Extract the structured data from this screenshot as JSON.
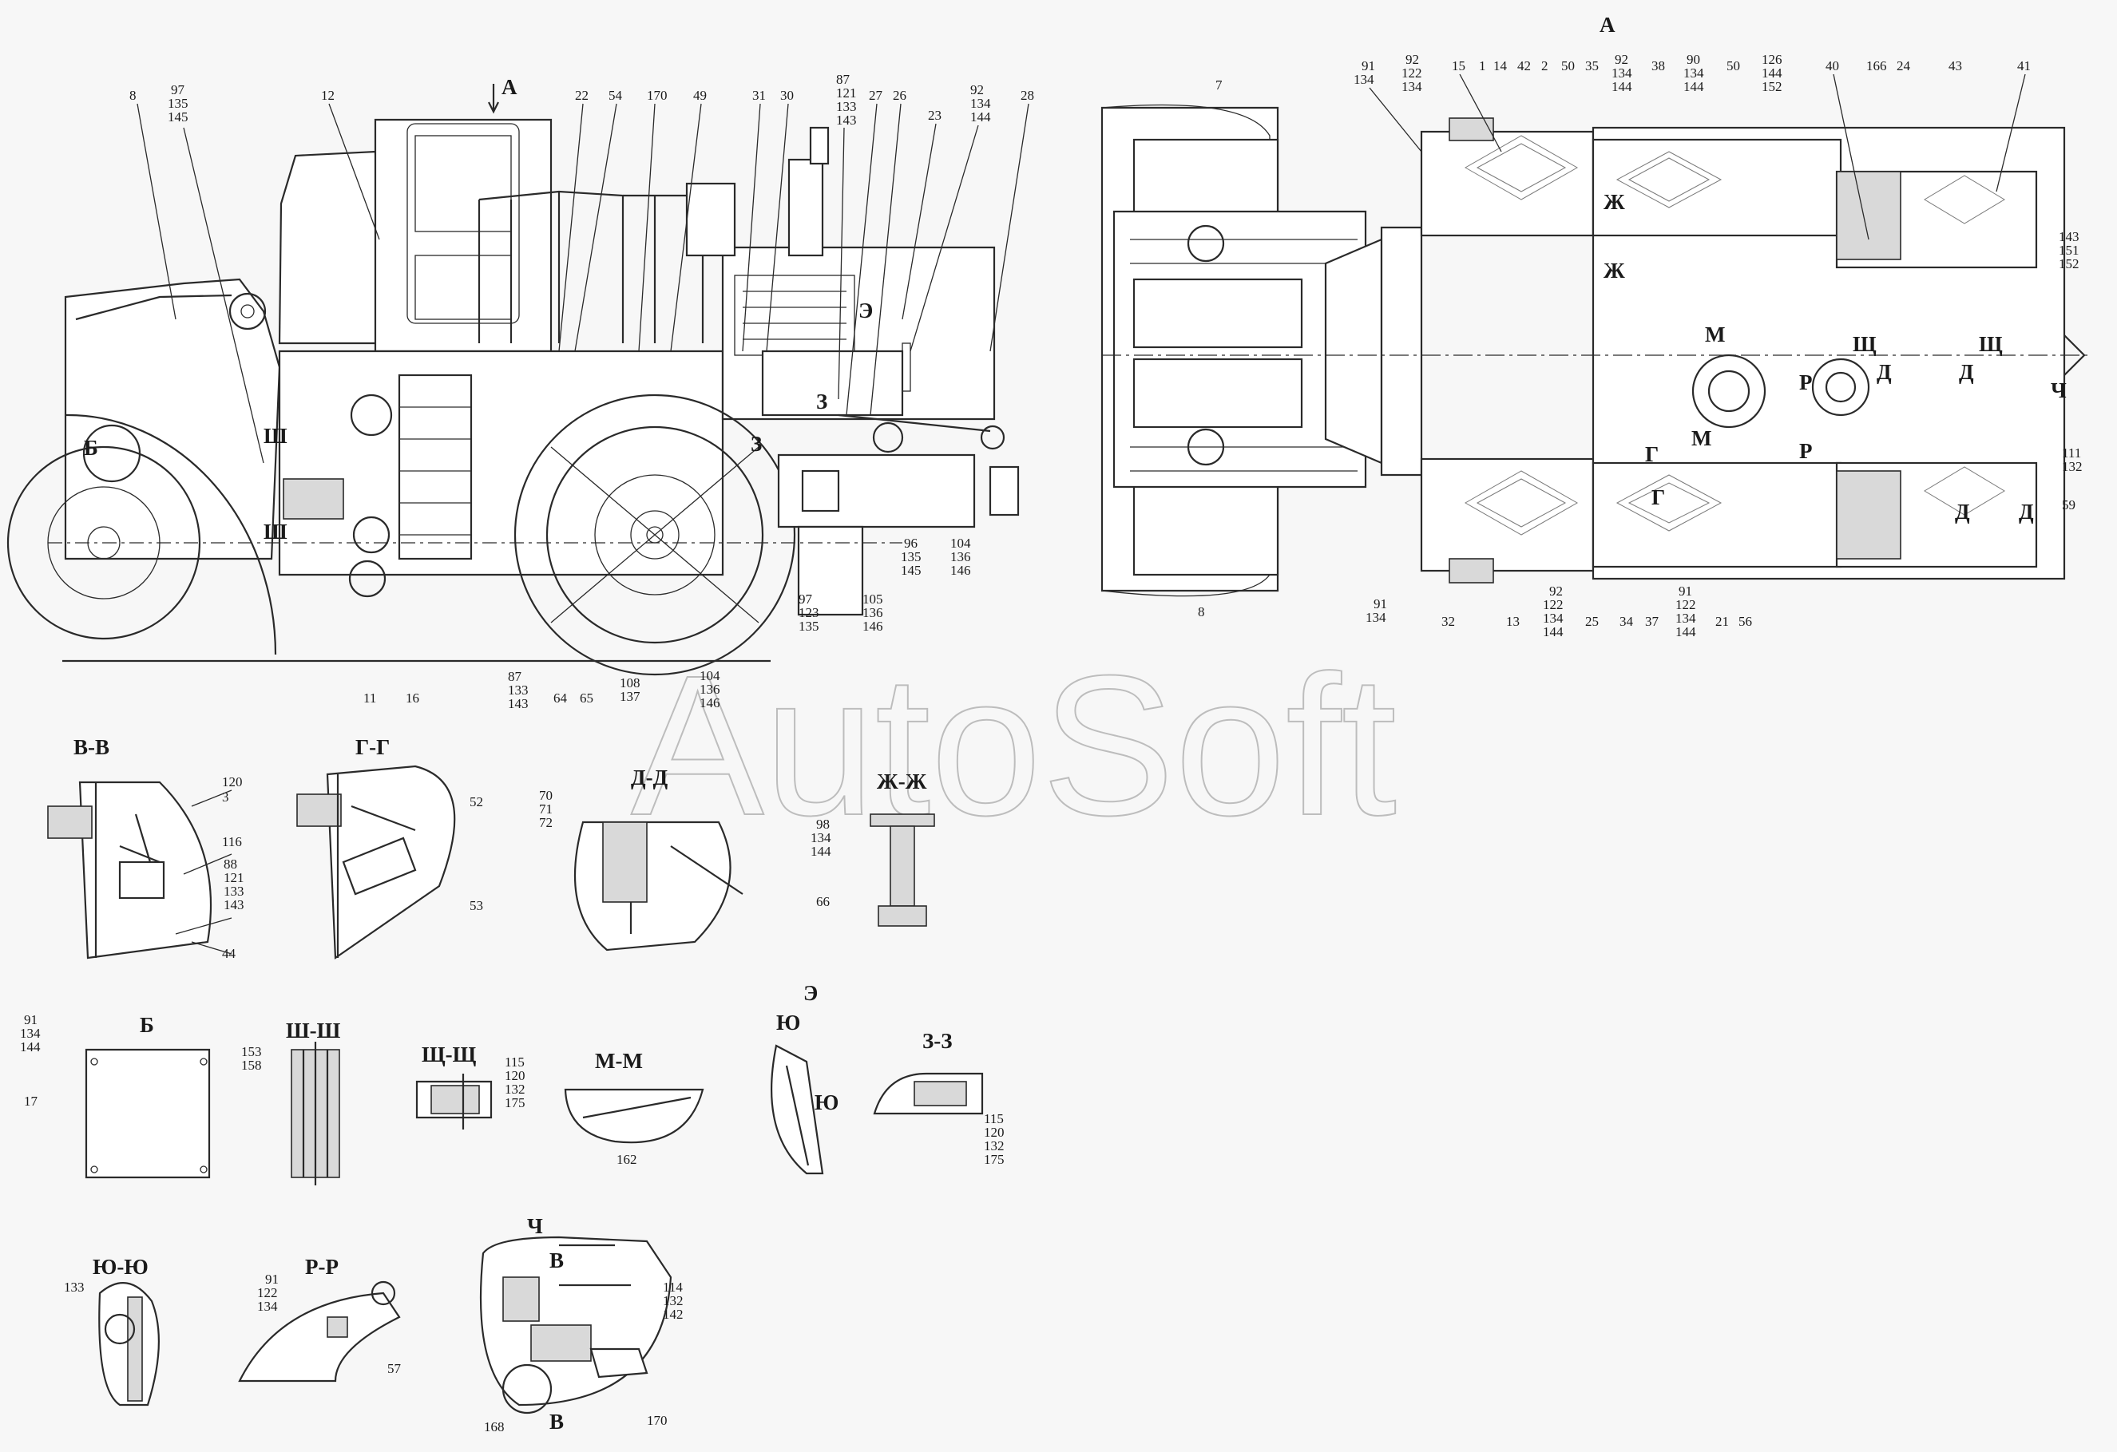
{
  "watermark": "AutoSoft",
  "views": {
    "side_arrow": "А",
    "top_view": "А",
    "section_vv": "В-В",
    "section_gg": "Г-Г",
    "section_dd": "Д-Д",
    "section_zhzh": "Ж-Ж",
    "view_b": "Б",
    "section_shsh": "Ш-Ш",
    "section_shchshch": "Щ-Щ",
    "section_mm": "М-М",
    "view_e": "Э",
    "section_zz": "З-З",
    "section_yuyu": "Ю-Ю",
    "section_rr": "Р-Р",
    "view_ch": "Ч"
  },
  "markers": {
    "b": "Б",
    "sh": "Ш",
    "e": "Э",
    "z": "З",
    "zh": "Ж",
    "g": "Г",
    "m": "М",
    "d": "Д",
    "shch": "Щ",
    "r": "Р",
    "ch": "Ч",
    "v": "В",
    "yu": "Ю"
  },
  "labels": {
    "s8": "8",
    "s97": "97",
    "s135a": "135",
    "s145a": "145",
    "s12": "12",
    "s22": "22",
    "s54": "54",
    "s170": "170",
    "s49": "49",
    "s31": "31",
    "s30": "30",
    "s87a": "87",
    "s121a": "121",
    "s133a": "133",
    "s143a": "143",
    "s27": "27",
    "s26": "26",
    "s23": "23",
    "s92a": "92",
    "s134a": "134",
    "s144a": "144",
    "s28": "28",
    "s96": "96",
    "s135b": "135",
    "s145b": "145",
    "s104a": "104",
    "s136a": "136",
    "s146a": "146",
    "s97b": "97",
    "s123": "123",
    "s135c": "135",
    "s105": "105",
    "s136b": "136",
    "s146b": "146",
    "s11": "11",
    "s16": "16",
    "s87b": "87",
    "s133b": "133",
    "s143b": "143",
    "s64": "64",
    "s65": "65",
    "s108": "108",
    "s137": "137",
    "s104b": "104",
    "s136c": "136",
    "s146c": "146",
    "t91": "91",
    "t134": "134",
    "t92": "92",
    "t122": "122",
    "t134b": "134",
    "t15": "15",
    "t1": "1",
    "t14": "14",
    "t42": "42",
    "t2": "2",
    "t50": "50",
    "t35": "35",
    "t92b": "92",
    "t134c": "134",
    "t144": "144",
    "t38": "38",
    "t90": "90",
    "t134d": "134",
    "t144b": "144",
    "t50b": "50",
    "t126": "126",
    "t144c": "144",
    "t152": "152",
    "t40": "40",
    "t166": "166",
    "t24": "24",
    "t43": "43",
    "t41": "41",
    "t7": "7",
    "t143": "143",
    "t151": "151",
    "t152b": "152",
    "t111": "111",
    "t132": "132",
    "t59": "59",
    "t8": "8",
    "t91b": "91",
    "t134e": "134",
    "t32": "32",
    "t13": "13",
    "t92c": "92",
    "t122b": "122",
    "t134f": "134",
    "t144d": "144",
    "t25": "25",
    "t34": "34",
    "t37": "37",
    "t91c": "91",
    "t122c": "122",
    "t134g": "134",
    "t144e": "144",
    "t21": "21",
    "t56": "56",
    "v120": "120",
    "v3": "3",
    "v116": "116",
    "v88": "88",
    "v121": "121",
    "v133": "133",
    "v143": "143",
    "v44": "44",
    "g52": "52",
    "g53": "53",
    "d70": "70",
    "d71": "71",
    "d72": "72",
    "zh98": "98",
    "zh134": "134",
    "zh144": "144",
    "zh66": "66",
    "b91": "91",
    "b134": "134",
    "b144": "144",
    "b17": "17",
    "sh153": "153",
    "sh158": "158",
    "q115": "115",
    "q120": "120",
    "q132": "132",
    "q175": "175",
    "m162": "162",
    "z115": "115",
    "z120": "120",
    "z132": "132",
    "z175": "175",
    "y133": "133",
    "r91": "91",
    "r122": "122",
    "r134": "134",
    "r57": "57",
    "c114": "114",
    "c132": "132",
    "c142": "142",
    "c168": "168",
    "c170": "170"
  }
}
